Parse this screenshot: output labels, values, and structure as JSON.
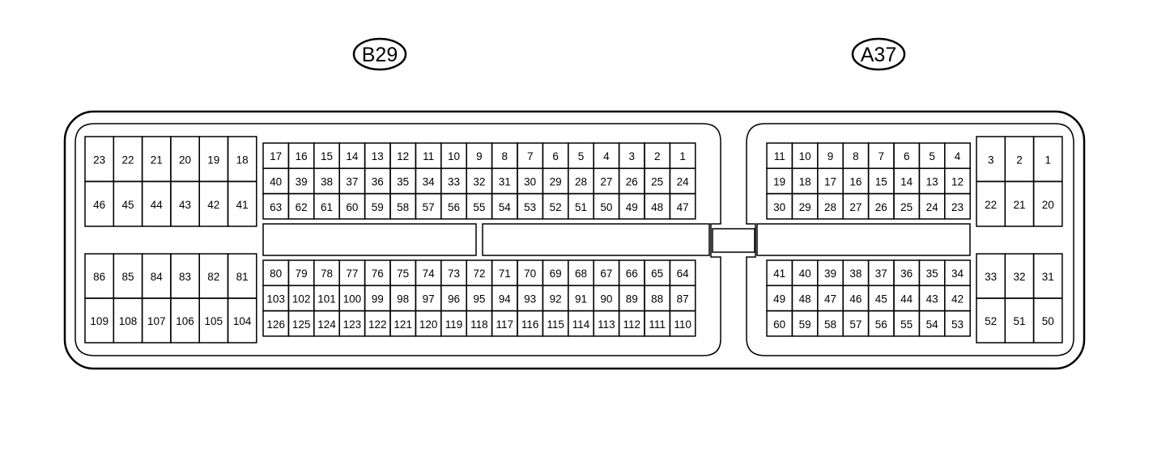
{
  "connectors": {
    "b29": {
      "label": "B29",
      "left_upper": [
        [
          "23",
          "22",
          "21",
          "20",
          "19",
          "18"
        ],
        [
          "46",
          "45",
          "44",
          "43",
          "42",
          "41"
        ]
      ],
      "left_lower": [
        [
          "86",
          "85",
          "84",
          "83",
          "82",
          "81"
        ],
        [
          "109",
          "108",
          "107",
          "106",
          "105",
          "104"
        ]
      ],
      "main_upper": [
        [
          "17",
          "16",
          "15",
          "14",
          "13",
          "12",
          "11",
          "10",
          "9",
          "8",
          "7",
          "6",
          "5",
          "4",
          "3",
          "2",
          "1"
        ],
        [
          "40",
          "39",
          "38",
          "37",
          "36",
          "35",
          "34",
          "33",
          "32",
          "31",
          "30",
          "29",
          "28",
          "27",
          "26",
          "25",
          "24"
        ],
        [
          "63",
          "62",
          "61",
          "60",
          "59",
          "58",
          "57",
          "56",
          "55",
          "54",
          "53",
          "52",
          "51",
          "50",
          "49",
          "48",
          "47"
        ]
      ],
      "main_lower": [
        [
          "80",
          "79",
          "78",
          "77",
          "76",
          "75",
          "74",
          "73",
          "72",
          "71",
          "70",
          "69",
          "68",
          "67",
          "66",
          "65",
          "64"
        ],
        [
          "103",
          "102",
          "101",
          "100",
          "99",
          "98",
          "97",
          "96",
          "95",
          "94",
          "93",
          "92",
          "91",
          "90",
          "89",
          "88",
          "87"
        ],
        [
          "126",
          "125",
          "124",
          "123",
          "122",
          "121",
          "120",
          "119",
          "118",
          "117",
          "116",
          "115",
          "114",
          "113",
          "112",
          "111",
          "110"
        ]
      ]
    },
    "a37": {
      "label": "A37",
      "main_upper": [
        [
          "11",
          "10",
          "9",
          "8",
          "7",
          "6",
          "5",
          "4"
        ],
        [
          "19",
          "18",
          "17",
          "16",
          "15",
          "14",
          "13",
          "12"
        ],
        [
          "30",
          "29",
          "28",
          "27",
          "26",
          "25",
          "24",
          "23"
        ]
      ],
      "main_lower": [
        [
          "41",
          "40",
          "39",
          "38",
          "37",
          "36",
          "35",
          "34"
        ],
        [
          "49",
          "48",
          "47",
          "46",
          "45",
          "44",
          "43",
          "42"
        ],
        [
          "60",
          "59",
          "58",
          "57",
          "56",
          "55",
          "54",
          "53"
        ]
      ],
      "right_upper": [
        [
          "3",
          "2",
          "1"
        ],
        [
          "22",
          "21",
          "20"
        ]
      ],
      "right_lower": [
        [
          "33",
          "32",
          "31"
        ],
        [
          "52",
          "51",
          "50"
        ]
      ]
    }
  }
}
